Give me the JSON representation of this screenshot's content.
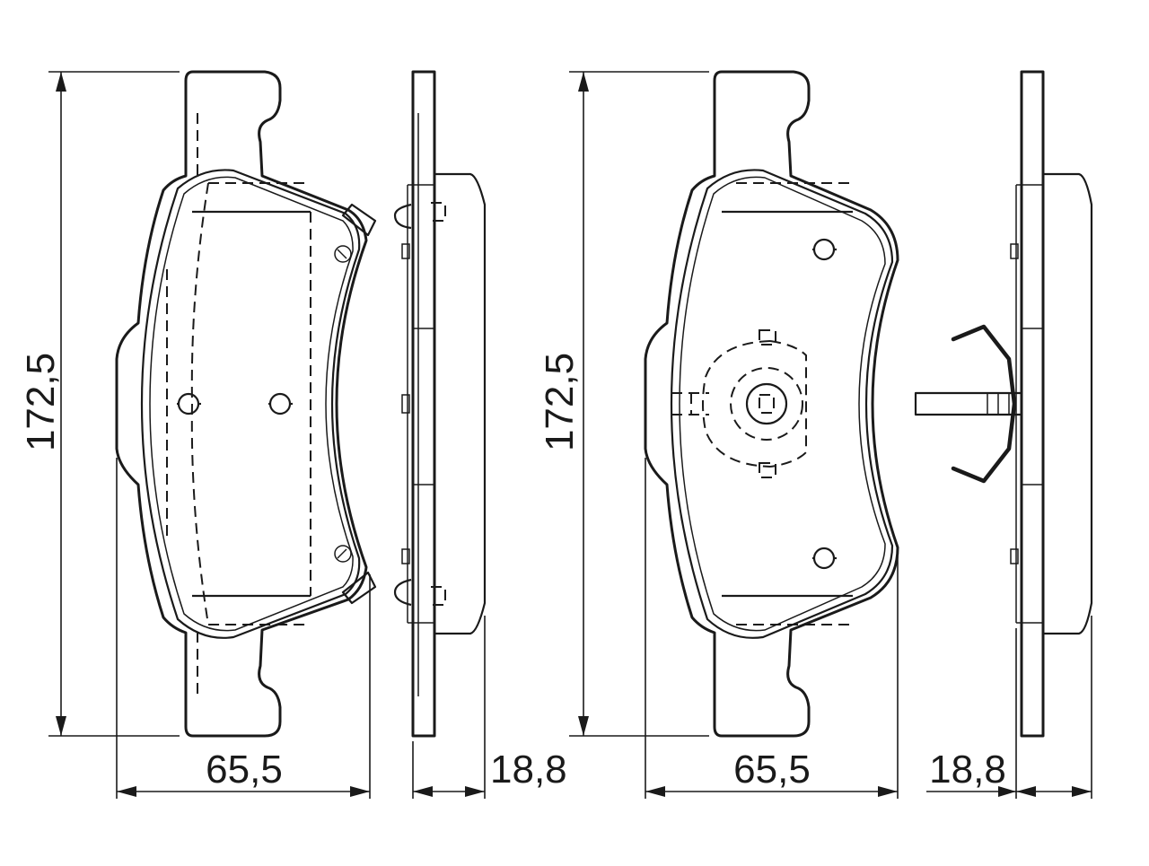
{
  "dimensions": {
    "pad1_height": "172,5",
    "pad1_width": "65,5",
    "pad1_thickness": "18,8",
    "pad2_height": "172,5",
    "pad2_width": "65,5",
    "pad2_thickness": "18,8"
  }
}
